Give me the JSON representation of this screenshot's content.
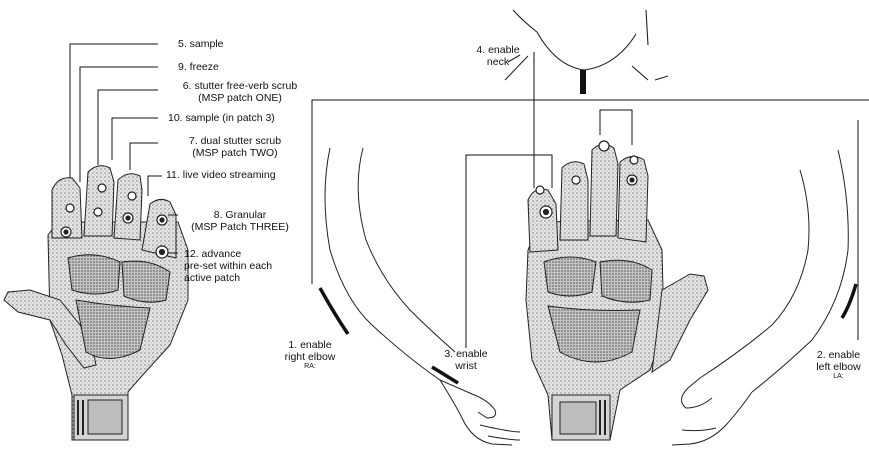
{
  "labels": {
    "sample": "5. sample",
    "freeze": "9. freeze",
    "stutter_title": "6. stutter free-verb scrub",
    "stutter_sub": "(MSP patch ONE)",
    "sample3": "10. sample (in patch 3)",
    "dual_title": "7. dual stutter scrub",
    "dual_sub": "(MSP patch TWO)",
    "video": "11. live video streaming",
    "granular_title": "8. Granular",
    "granular_sub": "(MSP Patch THREE)",
    "advance_1": "12. advance",
    "advance_2": "pre-set within each",
    "advance_3": "active patch",
    "neck_1": "4. enable",
    "neck_2": "neck",
    "right_elbow_1": "1. enable",
    "right_elbow_2": "right elbow",
    "right_elbow_tag": "RA:",
    "wrist_1": "3. enable",
    "wrist_2": "wrist",
    "left_elbow_1": "2. enable",
    "left_elbow_2": "left elbow",
    "left_elbow_tag": "LA:"
  },
  "colors": {
    "ink": "#111111",
    "sketch": "#222222",
    "glove_fill": "#d8d8d8",
    "glove_dark": "#9a9a9a"
  }
}
